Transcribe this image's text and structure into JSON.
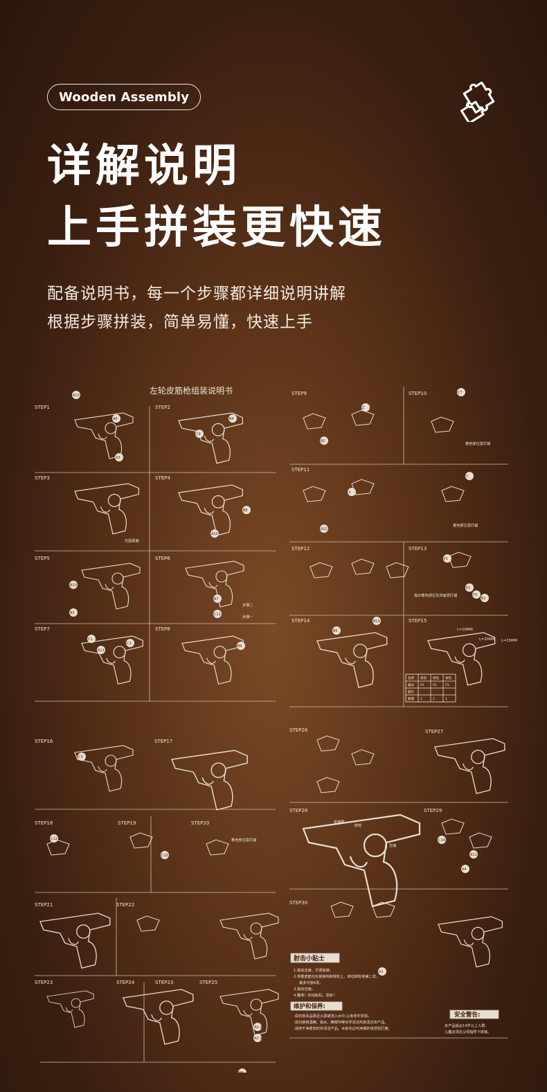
{
  "badge": "Wooden Assembly",
  "headline": [
    "详解说明",
    "上手拼装更快速"
  ],
  "subtitle": [
    "配备说明书，每一个步骤都详细说明讲解",
    "根据步骤拼装，简单易懂，快速上手"
  ],
  "manual": {
    "title": "左轮皮筋枪组装说明书",
    "steps": [
      "STEP1",
      "STEP2",
      "STEP3",
      "STEP4",
      "STEP5",
      "STEP6",
      "STEP7",
      "STEP8",
      "STEP9",
      "STEP10",
      "STEP11",
      "STEP12",
      "STEP13",
      "STEP14",
      "STEP15",
      "STEP16",
      "STEP17",
      "STEP18",
      "STEP19",
      "STEP20",
      "STEP21",
      "STEP22",
      "STEP23",
      "STEP24",
      "STEP23",
      "STEP25",
      "STEP26",
      "STEP27",
      "STEP28",
      "STEP29",
      "STEP30"
    ],
    "part_labels": [
      "A13",
      "A8",
      "A3",
      "B4",
      "C9",
      "B8",
      "A10",
      "B10",
      "B3",
      "B7",
      "C11",
      "C1",
      "C2",
      "A11",
      "B9",
      "B5",
      "B13",
      "B6",
      "B2",
      "Z",
      "C7",
      "Y",
      "X",
      "A12",
      "P1",
      "P2",
      "P3",
      "B1",
      "C3",
      "C12",
      "C13",
      "C14",
      "B11",
      "A4",
      "A1",
      "A2-2",
      "A2-1"
    ],
    "step_notes": {
      "s3_icon_label": "无固紧面",
      "s6_step_two": "步骤二",
      "s6_step_one": "步骤一",
      "s10_note": "着色部位需打蜡",
      "s11_note": "着色部位需打蜡",
      "s13_note": "指示着色部位及背面需打蜡",
      "s20_note": "着色部位需打蜡",
      "s15_p1": "L=10MM",
      "s15_p2": "L=20MM",
      "s15_p3": "L=25MM",
      "s28_label_1": "皮弹簧",
      "s28_label_2": "转轮",
      "s28_label_3": "击锤"
    },
    "table15": {
      "header": [
        "名称",
        "保险",
        "保险",
        "保险"
      ],
      "rows": [
        [
          "编号",
          "P1",
          "P2",
          "P3"
        ],
        [
          "图片",
          "",
          "",
          ""
        ],
        [
          "数量",
          "1",
          "1",
          "1"
        ]
      ]
    },
    "tips_title": "射击小贴士",
    "tips": [
      "1.拔动击锤，方便装弹。",
      "2.将橡皮筋勾在装弹钩和转轮上，转动转轮装第二发，",
      "最多可装6发。",
      "3.拔动击锤。",
      "4.瞄准！扣动扳机，发射！"
    ],
    "care_title": "维护和保养:",
    "care": [
      "·请勿将本品靠近火源或浸入水中,以免零件受损。",
      "·请勿使用酒精、氨水、擦窗剂等化学清洁剂来清洁本产品。",
      "·请用干净柔软的布清洁产品。木板毛边可用细砂纸轻轻打磨。"
    ],
    "warning_title": "安全警告:",
    "warning": [
      "本产品适合14岁以上人群,",
      "儿童必须在父母指导下拼装。"
    ]
  }
}
